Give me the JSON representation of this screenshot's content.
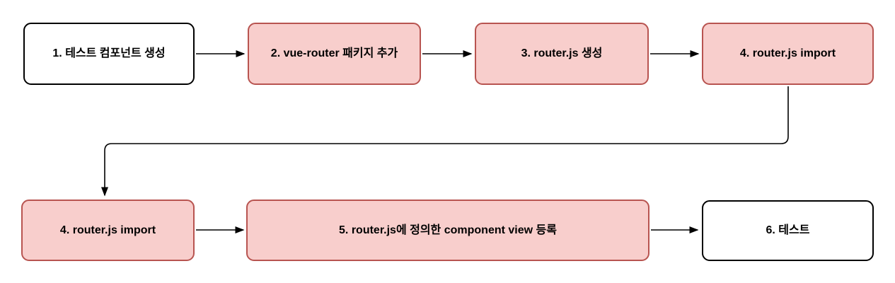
{
  "diagram": {
    "type": "flowchart",
    "nodes": [
      {
        "id": "step-1",
        "label": "1. 테스트 컴포넌트 생성",
        "style": "plain"
      },
      {
        "id": "step-2",
        "label": "2. vue-router 패키지 추가",
        "style": "highlight"
      },
      {
        "id": "step-3",
        "label": "3. router.js 생성",
        "style": "highlight"
      },
      {
        "id": "step-4",
        "label": "4. router.js import",
        "style": "highlight"
      },
      {
        "id": "step-4-repeat",
        "label": "4. router.js import",
        "style": "highlight"
      },
      {
        "id": "step-5",
        "label": "5. router.js에 정의한 component view 등록",
        "style": "highlight"
      },
      {
        "id": "step-6",
        "label": "6. 테스트",
        "style": "plain"
      }
    ],
    "edges": [
      {
        "from": "step-1",
        "to": "step-2"
      },
      {
        "from": "step-2",
        "to": "step-3"
      },
      {
        "from": "step-3",
        "to": "step-4"
      },
      {
        "from": "step-4",
        "to": "step-4-repeat"
      },
      {
        "from": "step-4-repeat",
        "to": "step-5"
      },
      {
        "from": "step-5",
        "to": "step-6"
      }
    ],
    "colors": {
      "highlight_fill": "#f8cecc",
      "highlight_border": "#b85450",
      "plain_fill": "#ffffff",
      "plain_border": "#000000",
      "arrow": "#000000",
      "text": "#000000"
    }
  }
}
